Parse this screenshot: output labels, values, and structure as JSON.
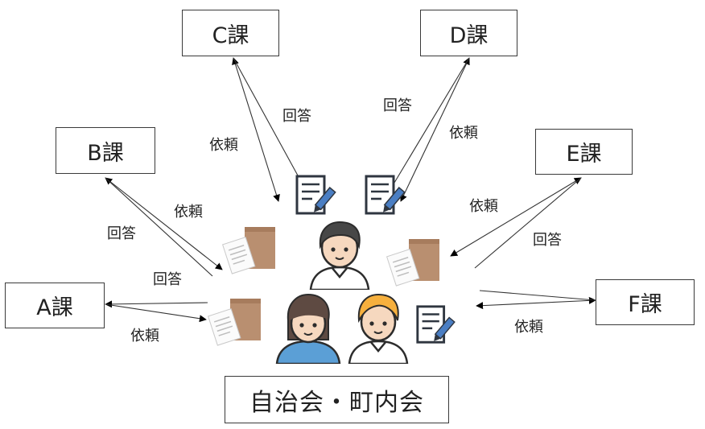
{
  "departments": {
    "a": "A課",
    "b": "B課",
    "c": "C課",
    "d": "D課",
    "e": "E課",
    "f": "F課"
  },
  "center": "自治会・町内会",
  "labels": {
    "request": "依頼",
    "answer": "回答"
  },
  "icons": [
    "envelope-document-icon",
    "form-pen-icon",
    "person-icon"
  ]
}
